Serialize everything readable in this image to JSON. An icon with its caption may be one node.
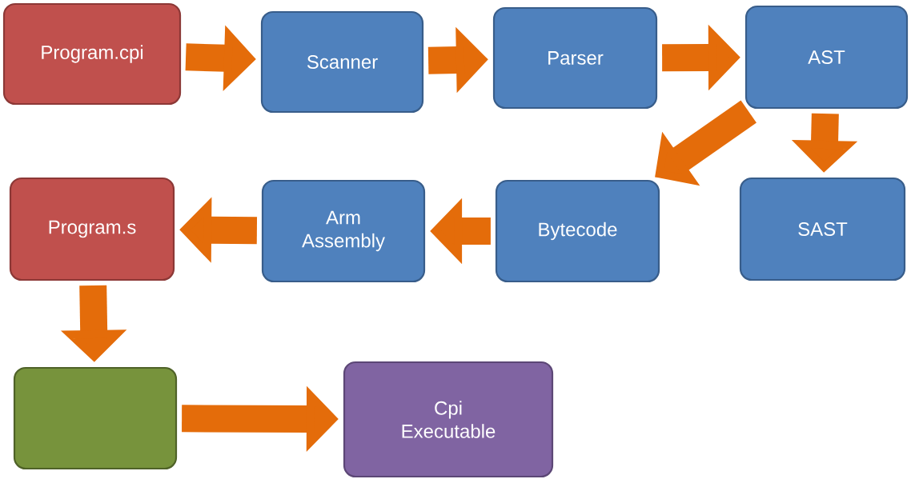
{
  "diagram": {
    "nodes": [
      {
        "text": [
          "Program.cpi"
        ]
      },
      {
        "text": [
          "Scanner"
        ]
      },
      {
        "text": [
          "Parser"
        ]
      },
      {
        "text": [
          "AST"
        ]
      },
      {
        "text": [
          "Bytecode"
        ]
      },
      {
        "text": [
          "SAST"
        ]
      },
      {
        "text": [
          "Arm Assembly"
        ]
      },
      {
        "text": [
          "Program.s"
        ]
      },
      {
        "text": [],
        "shape": "box"
      },
      {
        "text": [
          "Cpi Executable"
        ]
      }
    ],
    "edges": [
      {
        "from": 0,
        "to": 1,
        "arrow": "to"
      },
      {
        "from": 1,
        "to": 2,
        "arrow": "to"
      },
      {
        "from": 2,
        "to": 3,
        "arrow": "to"
      },
      {
        "from": 3,
        "to": 5,
        "arrow": "to"
      },
      {
        "from": 3,
        "to": 4,
        "arrow": "to"
      },
      {
        "from": 4,
        "to": 6,
        "arrow": "to"
      },
      {
        "from": 6,
        "to": 7,
        "arrow": "to"
      },
      {
        "from": 7,
        "to": 8,
        "arrow": "to"
      },
      {
        "from": 8,
        "to": 9,
        "arrow": "to"
      }
    ]
  }
}
